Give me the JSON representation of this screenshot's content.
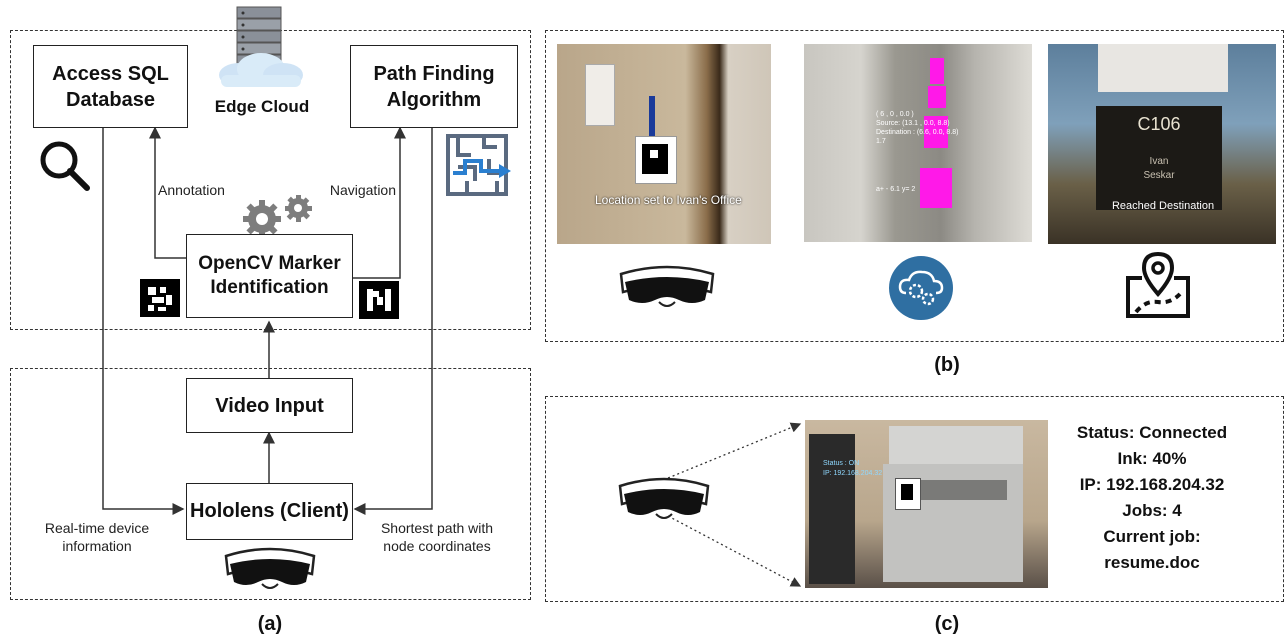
{
  "panel_a": {
    "access_sql": "Access SQL Database",
    "path_finding": "Path Finding Algorithm",
    "edge_cloud": "Edge Cloud",
    "opencv": "OpenCV Marker Identification",
    "video_input": "Video Input",
    "hololens": "Hololens (Client)",
    "annotation": "Annotation",
    "navigation": "Navigation",
    "realtime": "Real-time device information",
    "shortest_path": "Shortest path with node coordinates",
    "caption": "(a)"
  },
  "panel_b": {
    "photo1_text": "Location set to Ivan's Office",
    "photo2_lines": [
      "( 6 , 0 , 0.0 )",
      "Source: (13.1 , 0.0, 8.8)",
      "Destination : (6.6, 0.0, 8.8)",
      "1.7",
      "a+ - 6.1 y= 2"
    ],
    "photo3_room": "C106",
    "photo3_name1": "Ivan",
    "photo3_name2": "Seskar",
    "photo3_text": "Reached Destination",
    "caption": "(b)"
  },
  "panel_c": {
    "overlay_status": "Status : ON",
    "overlay_ip": "IP: 192.168.204.32",
    "status": "Status: Connected",
    "ink": "Ink: 40%",
    "ip": "IP: 192.168.204.32",
    "jobs": "Jobs: 4",
    "current_job": "Current job:",
    "job_name": "resume.doc",
    "caption": "(c)"
  },
  "icons": {
    "search": "search-icon",
    "maze": "maze-icon",
    "gears": "gears-icon",
    "server": "server-cloud-icon",
    "marker": "aruco-marker-icon",
    "headset": "hololens-headset-icon",
    "cloud_gear": "cloud-gear-icon",
    "map_pin": "map-pin-icon"
  }
}
